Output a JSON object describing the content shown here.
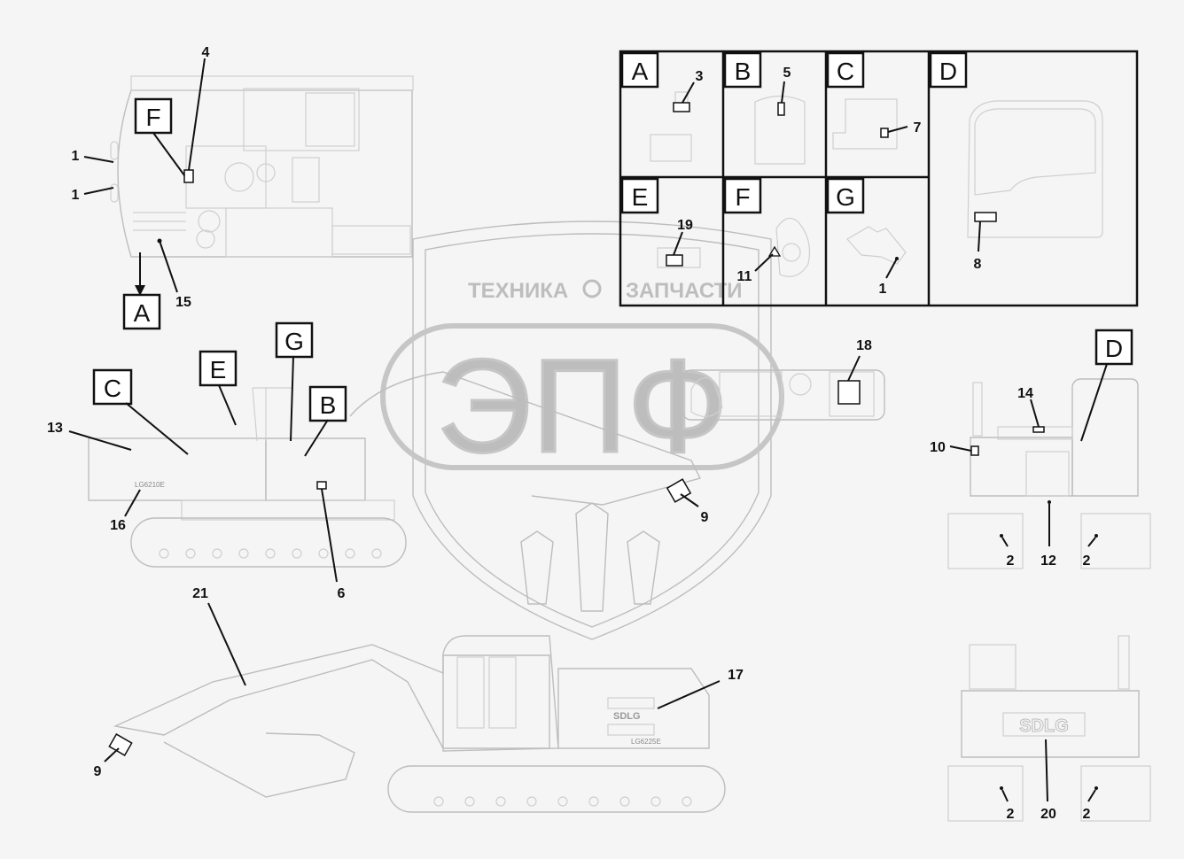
{
  "watermark": {
    "top_left": "ТЕХНИКА",
    "top_right": "ЗАПЧАСТИ",
    "big": "ЭПФ"
  },
  "detail_panels": [
    "A",
    "B",
    "C",
    "D",
    "E",
    "F",
    "G"
  ],
  "detail_numbers": {
    "A": "3",
    "B": "5",
    "C": "7",
    "D": "8",
    "E": "19",
    "F": "11",
    "G": "1"
  },
  "view_letters": [
    "F",
    "A",
    "C",
    "E",
    "G",
    "B",
    "D"
  ],
  "callouts": [
    "4",
    "1",
    "1",
    "15",
    "13",
    "16",
    "6",
    "9",
    "18",
    "14",
    "10",
    "12",
    "2",
    "2",
    "21",
    "9",
    "17",
    "2",
    "20",
    "2"
  ],
  "machine_text": {
    "model_side": "LG6210E",
    "model_rear": "LG6225E",
    "brand": "SDLG"
  }
}
